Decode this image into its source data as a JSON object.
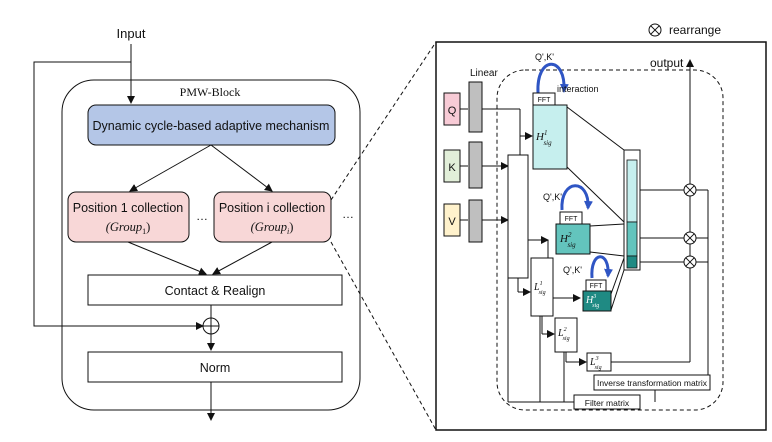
{
  "left": {
    "input_label": "Input",
    "block_title": "PMW-Block",
    "mechanism_label": "Dynamic cycle-based adaptive mechanism",
    "position1_label": "Position 1 collection",
    "position1_group_base": "(Group",
    "position1_group_sub": "1",
    "positioni_label": "Position i collection",
    "positioni_group_base": "(Group",
    "positioni_group_sub": "i",
    "group_close": ")",
    "dots_between": "…",
    "dots_after": "…",
    "contact_label": "Contact & Realign",
    "norm_label": "Norm"
  },
  "legend": {
    "rearrange_label": "rearrange"
  },
  "right": {
    "output_label": "output",
    "linear_label": "Linear",
    "q_label": "Q",
    "k_label": "K",
    "v_label": "V",
    "qk1_label": "Q',K'",
    "qk2_label": "Q',K'",
    "qk3_label": "Q',K'",
    "fft_label": "FFT",
    "interaction_label": "interaction",
    "h_base": "H",
    "h_sub": "sig",
    "h1_sup": "1",
    "h2_sup": "2",
    "h3_sup": "3",
    "l_base": "L",
    "l1_sup": "1",
    "l2_sup": "2",
    "l3_sup": "3",
    "inverse_label": "Inverse transformation matrix",
    "filter_label": "Filter matrix"
  },
  "colors": {
    "mechanism_fill": "#b4c6e7",
    "position_fill": "#f8d7d7",
    "q_fill": "#f8cbd6",
    "k_fill": "#e2efd9",
    "v_fill": "#fff2cc",
    "h1_fill": "#c6efee",
    "h2_fill": "#63c4bd",
    "h3_fill": "#1f8a83",
    "linear_fill": "#bfbfbf",
    "arc_blue": "#2f55c4"
  }
}
